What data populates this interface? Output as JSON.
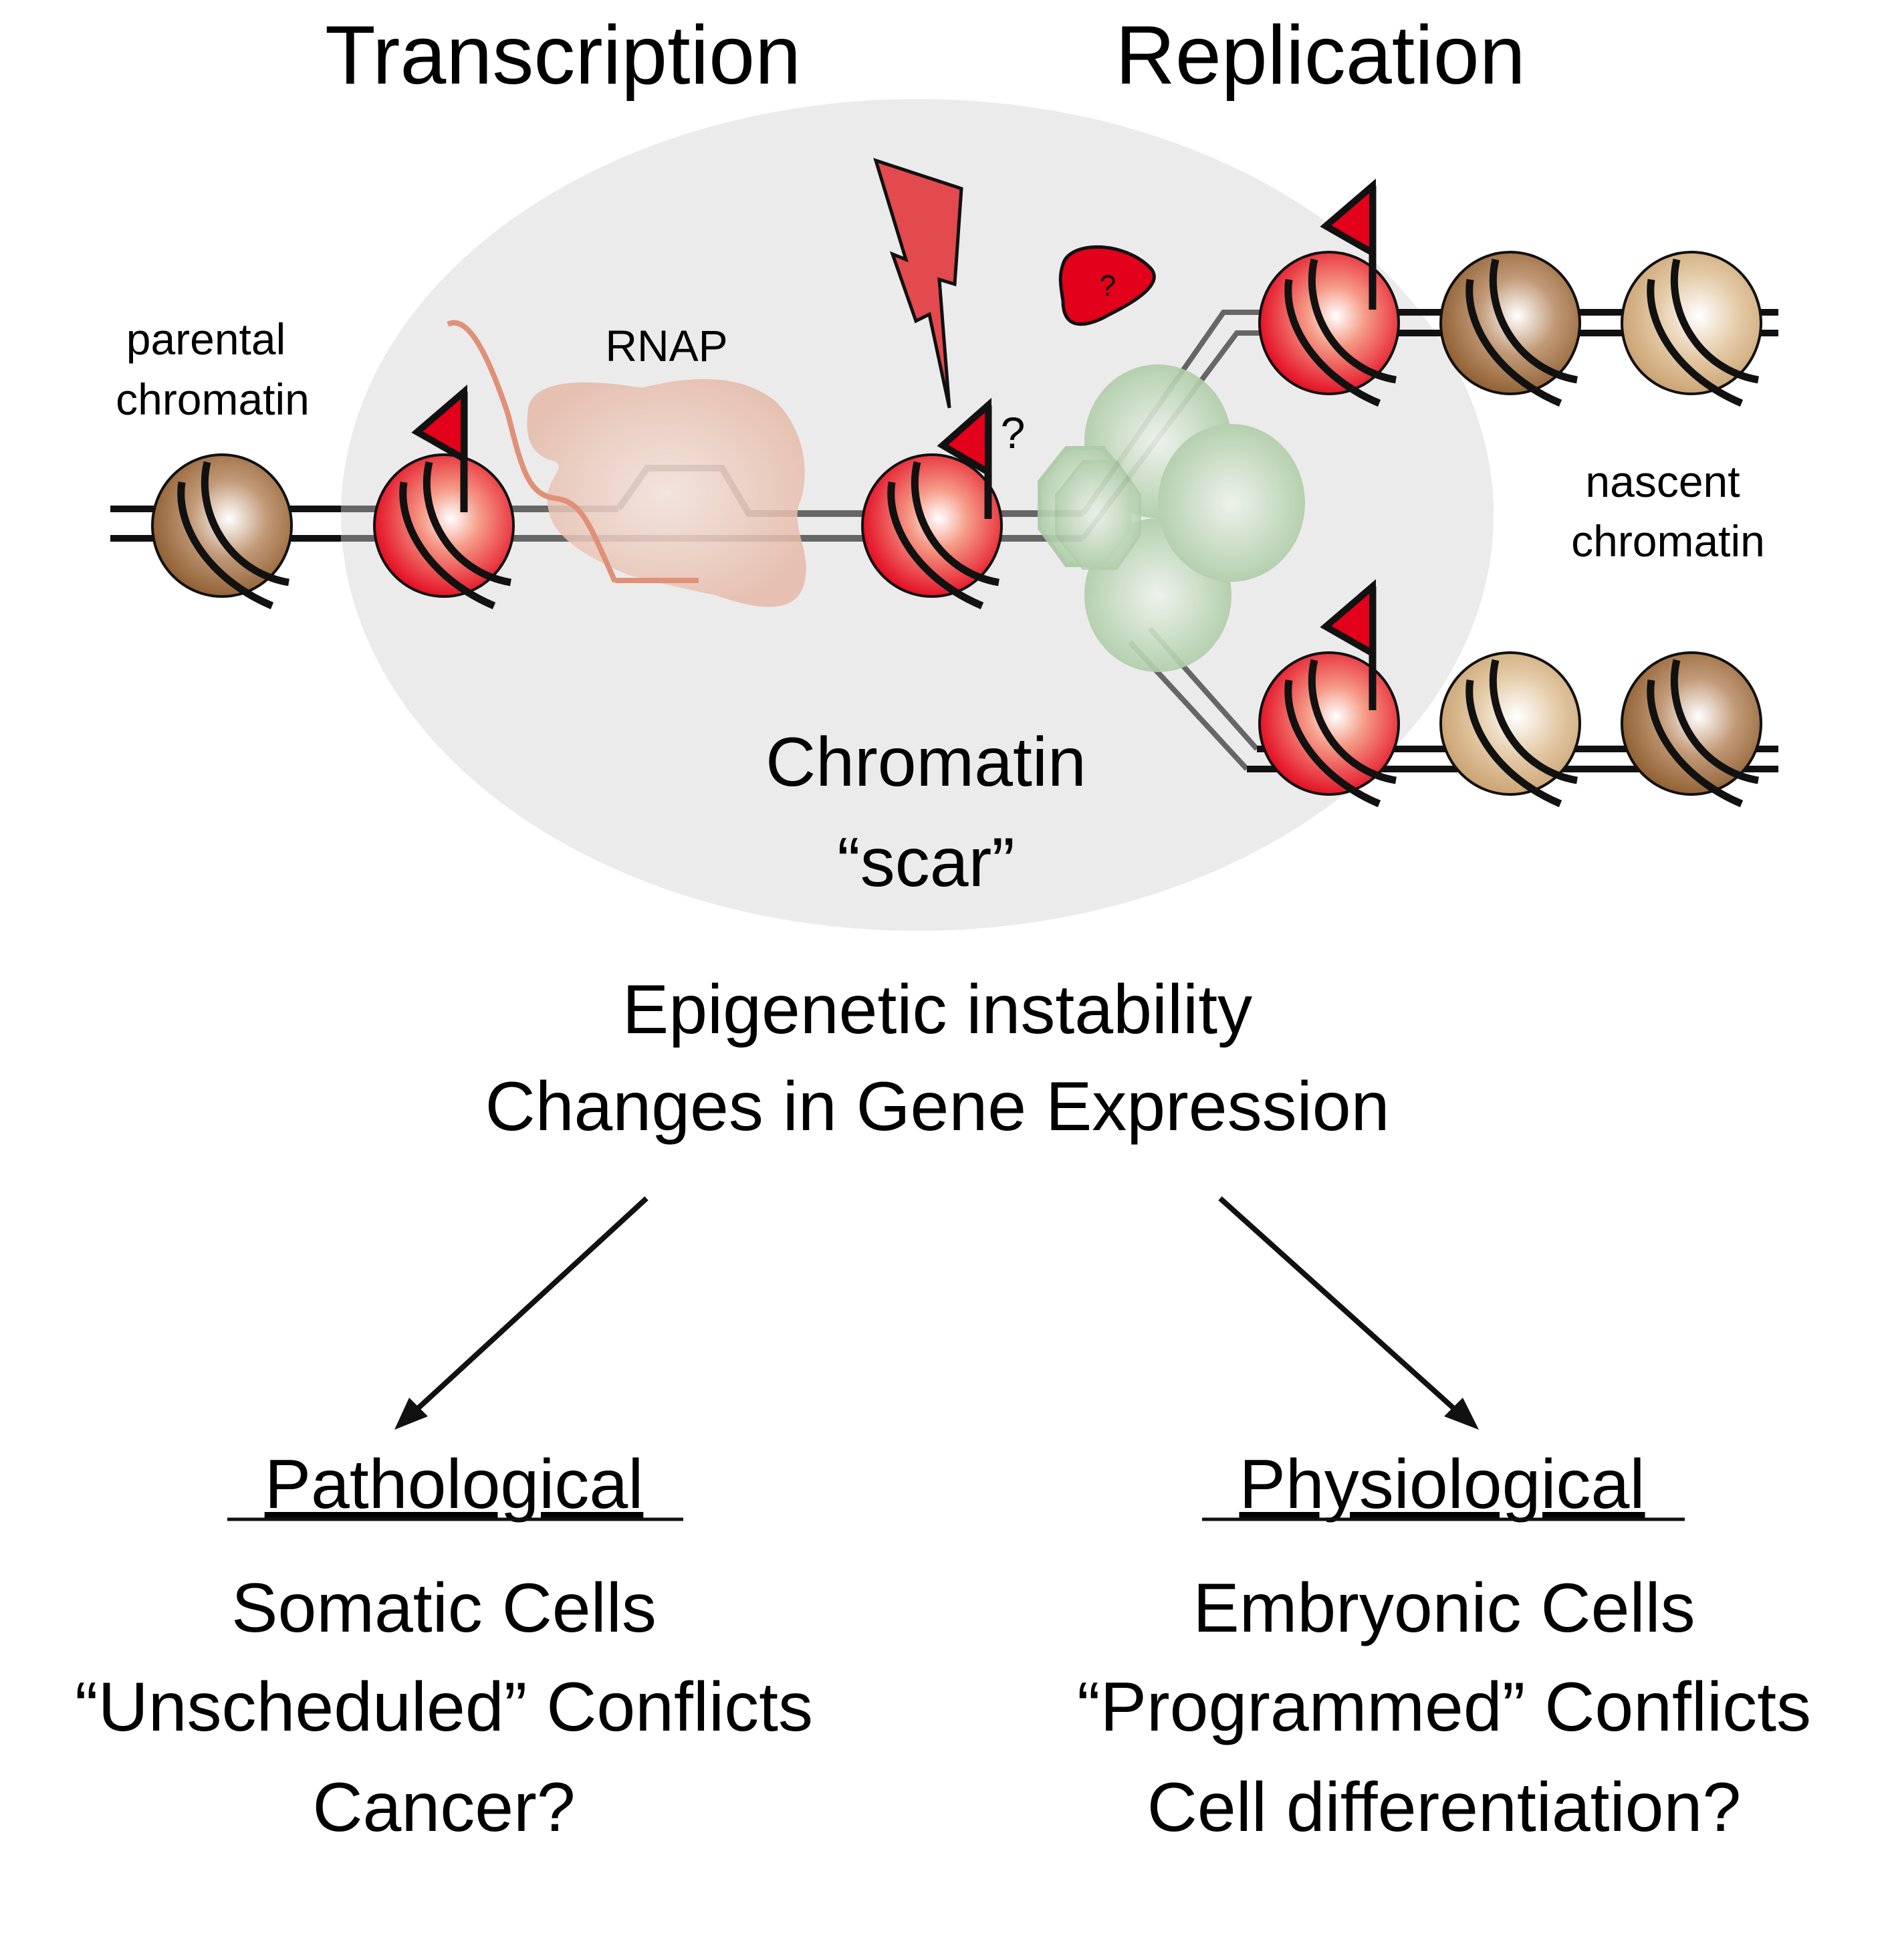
{
  "titles": {
    "transcription": "Transcription",
    "replication": "Replication"
  },
  "labels": {
    "parental_line1": "parental",
    "parental_line2": "chromatin",
    "rnap": "RNAP",
    "nascent_line1": "nascent",
    "nascent_line2": "chromatin",
    "question_mark": "?",
    "blob_question": "?",
    "scar_line1": "Chromatin",
    "scar_line2": "“scar”"
  },
  "outcome": {
    "line1": "Epigenetic instability",
    "line2": "Changes in Gene Expression"
  },
  "branches": {
    "left": {
      "heading": "Pathological",
      "lines": [
        "Somatic Cells",
        "“Unscheduled” Conflicts",
        "Cancer?"
      ]
    },
    "right": {
      "heading": "Physiological",
      "lines": [
        "Embryonic Cells",
        "“Programmed” Conflicts",
        "Cell differentiation?"
      ]
    }
  },
  "colors": {
    "ellipse_bg": "#ebebeb",
    "marked_nucleosome": "#e2001a",
    "parental_nucleosome": "#8b5a2b",
    "nascent_nucleosome": "#c9a06a",
    "flag": "#e2001a",
    "lightning": "#e24a4e",
    "rnap": "#e9bfae",
    "rna": "#e09077",
    "replisome": "#a9c9a2"
  }
}
